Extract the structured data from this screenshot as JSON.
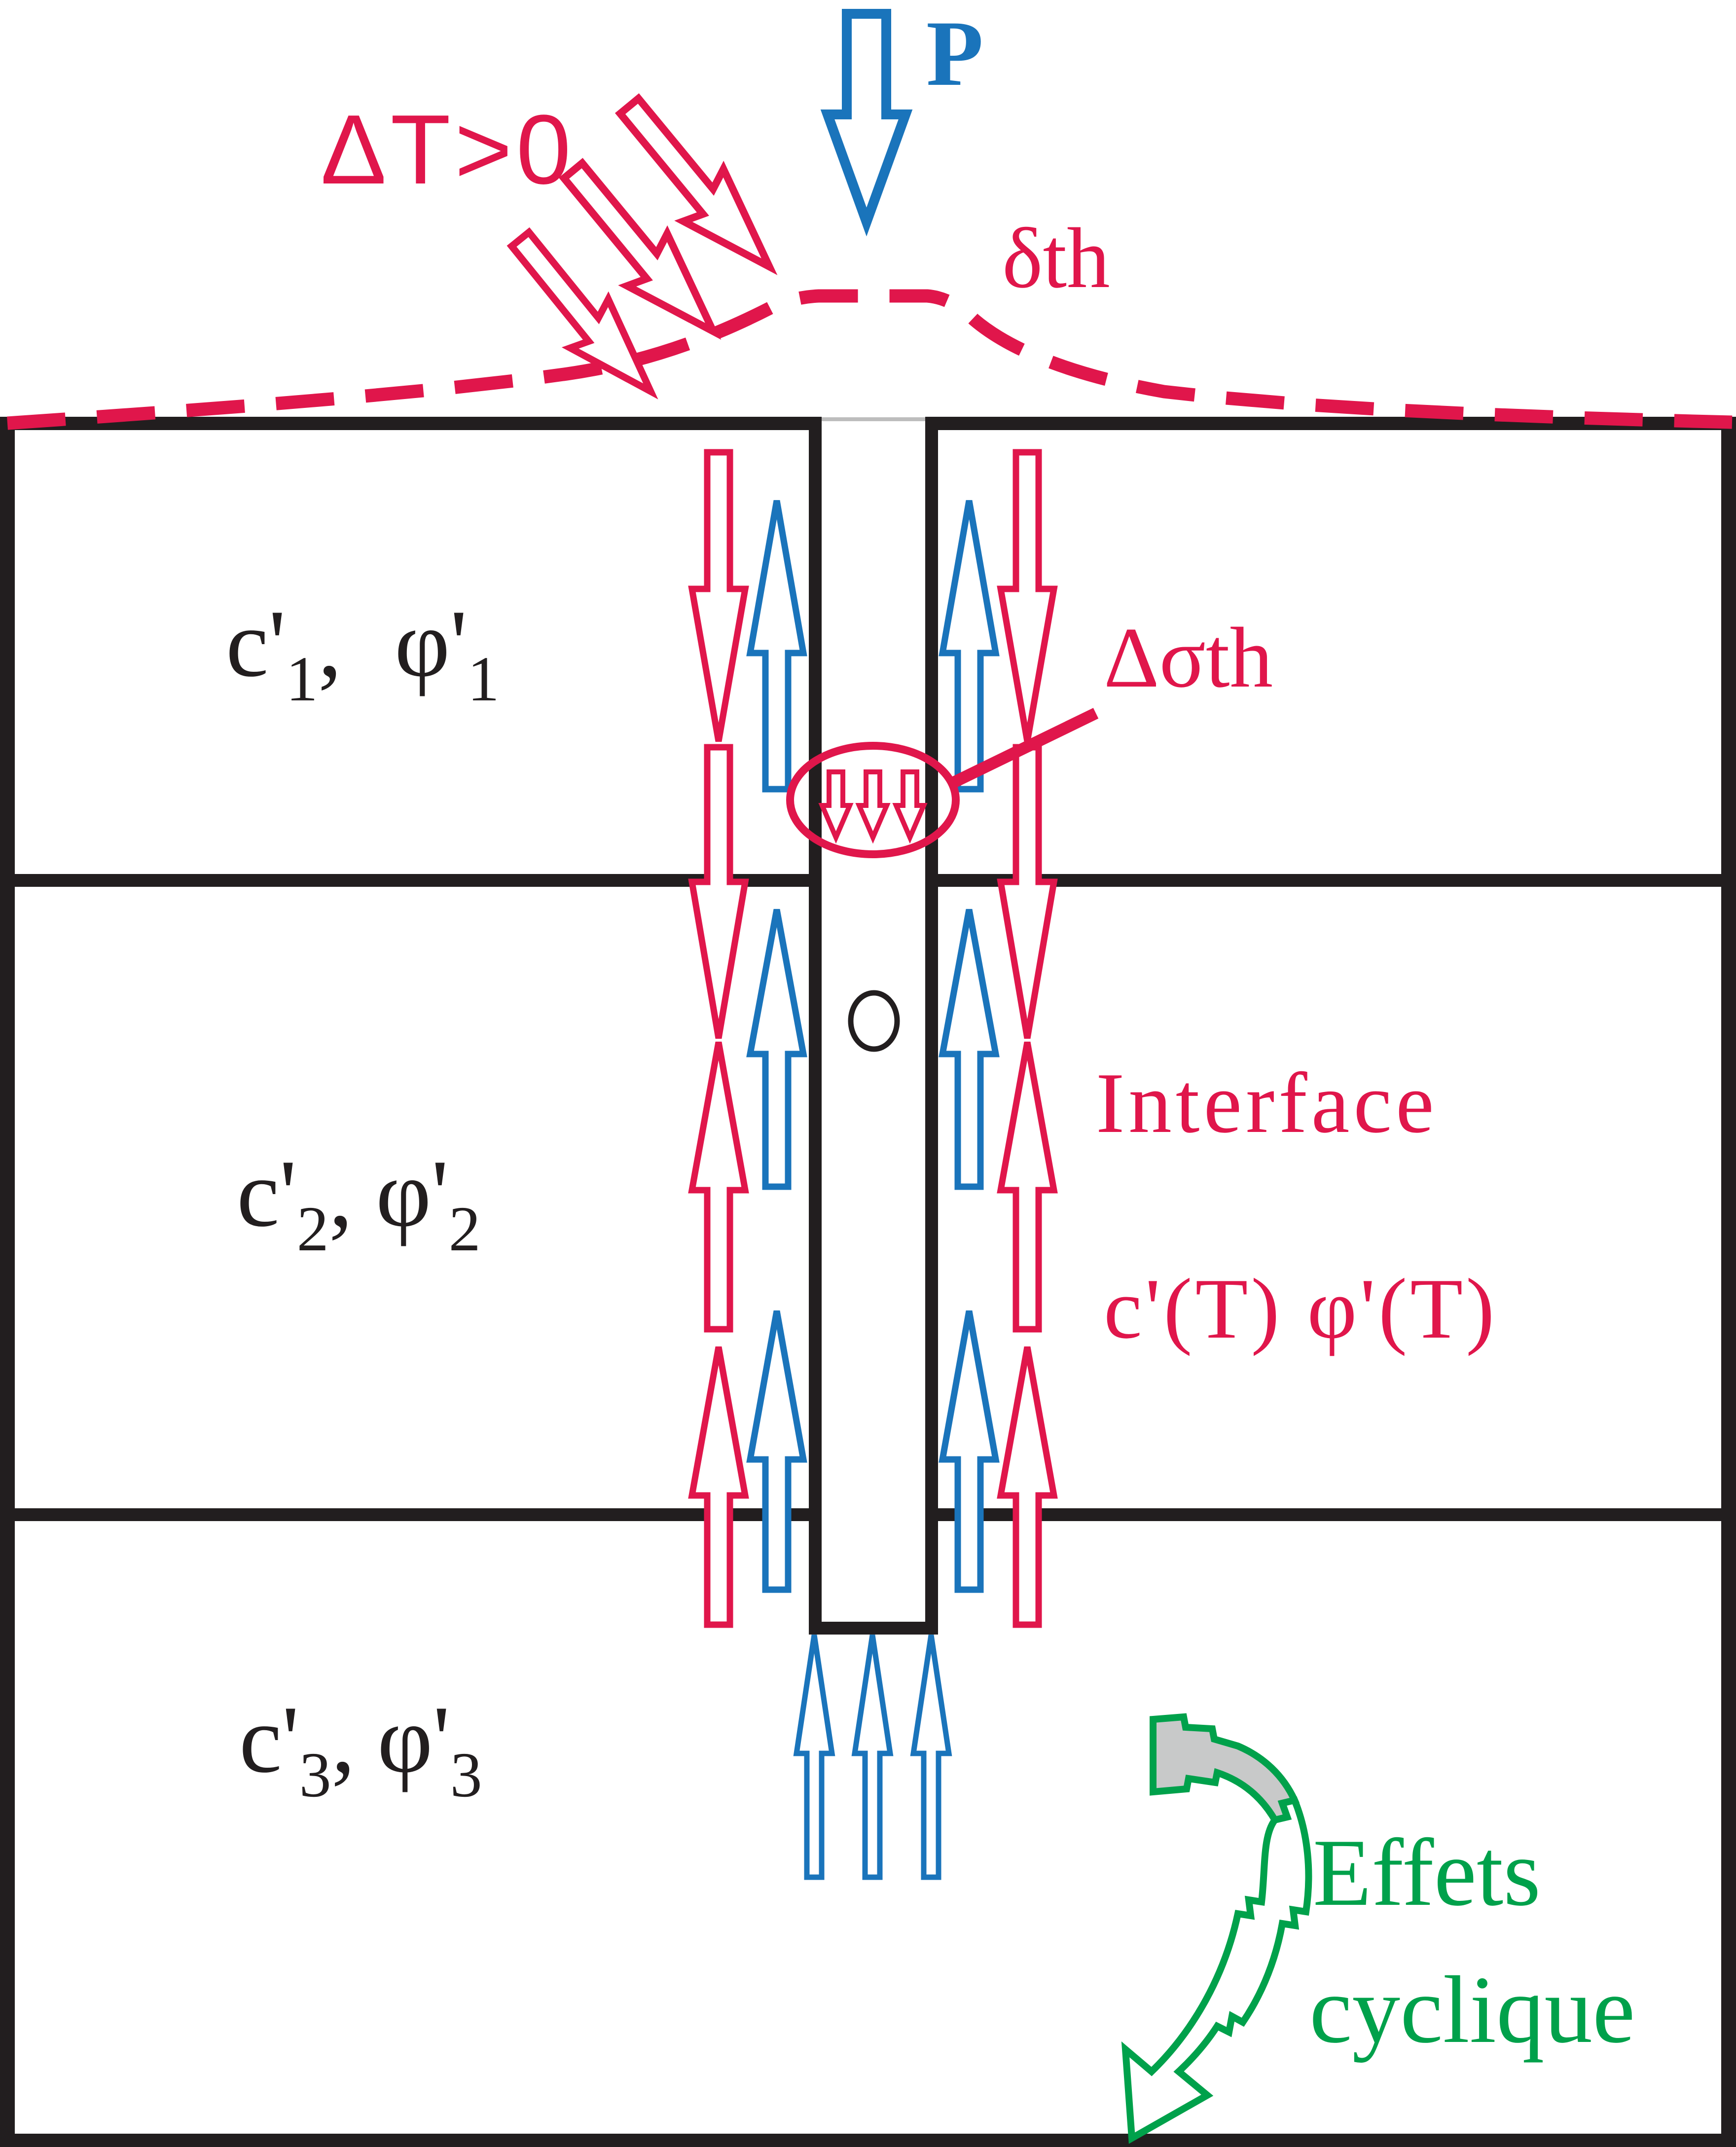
{
  "colors": {
    "crimson": "#e0164b",
    "blue": "#1a74bb",
    "green": "#00a14b",
    "ink": "#221e1f",
    "gray_fill": "#c8c9c9",
    "gray_cap": "#bdbdbd"
  },
  "top": {
    "delta_T_label": "ΔT>0",
    "load_label": "P",
    "heave_label": "δth"
  },
  "pile_zone": {
    "thermal_stress_label": "Δσth"
  },
  "interface": {
    "line1": "Interface",
    "line2": "c'(T) φ'(T)"
  },
  "cyclic": {
    "line1": "Effets",
    "line2": "cyclique"
  },
  "layers": [
    {
      "c": "c'",
      "c_sub": "1",
      "comma": ",",
      "phi": "φ'",
      "phi_sub": "1"
    },
    {
      "c": "c'",
      "c_sub": "2",
      "comma": ",",
      "phi": "φ'",
      "phi_sub": "2"
    },
    {
      "c": "c'",
      "c_sub": "3",
      "comma": ",",
      "phi": "φ'",
      "phi_sub": "3"
    }
  ]
}
